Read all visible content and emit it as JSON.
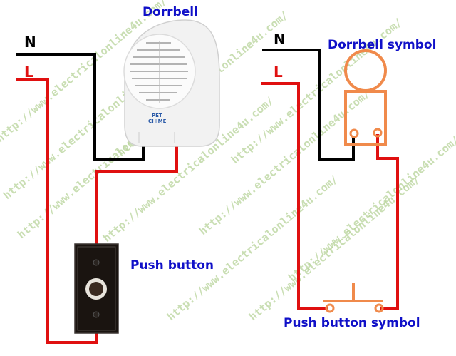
{
  "watermark": {
    "text": "http://www.electricalonline4u.com/",
    "color": "#b8d49a"
  },
  "left_diagram": {
    "title": "Dorrbell",
    "neutral_label": "N",
    "live_label": "L",
    "device_brand_line1": "PET",
    "device_brand_line2": "CHIME",
    "push_button_label": "Push button"
  },
  "right_diagram": {
    "title": "Dorrbell symbol",
    "neutral_label": "N",
    "live_label": "L",
    "push_button_label": "Push button symbol"
  },
  "colors": {
    "neutral_wire": "#000000",
    "live_wire": "#e01010",
    "symbol": "#f08a4b",
    "label_text": "#1010c8"
  }
}
